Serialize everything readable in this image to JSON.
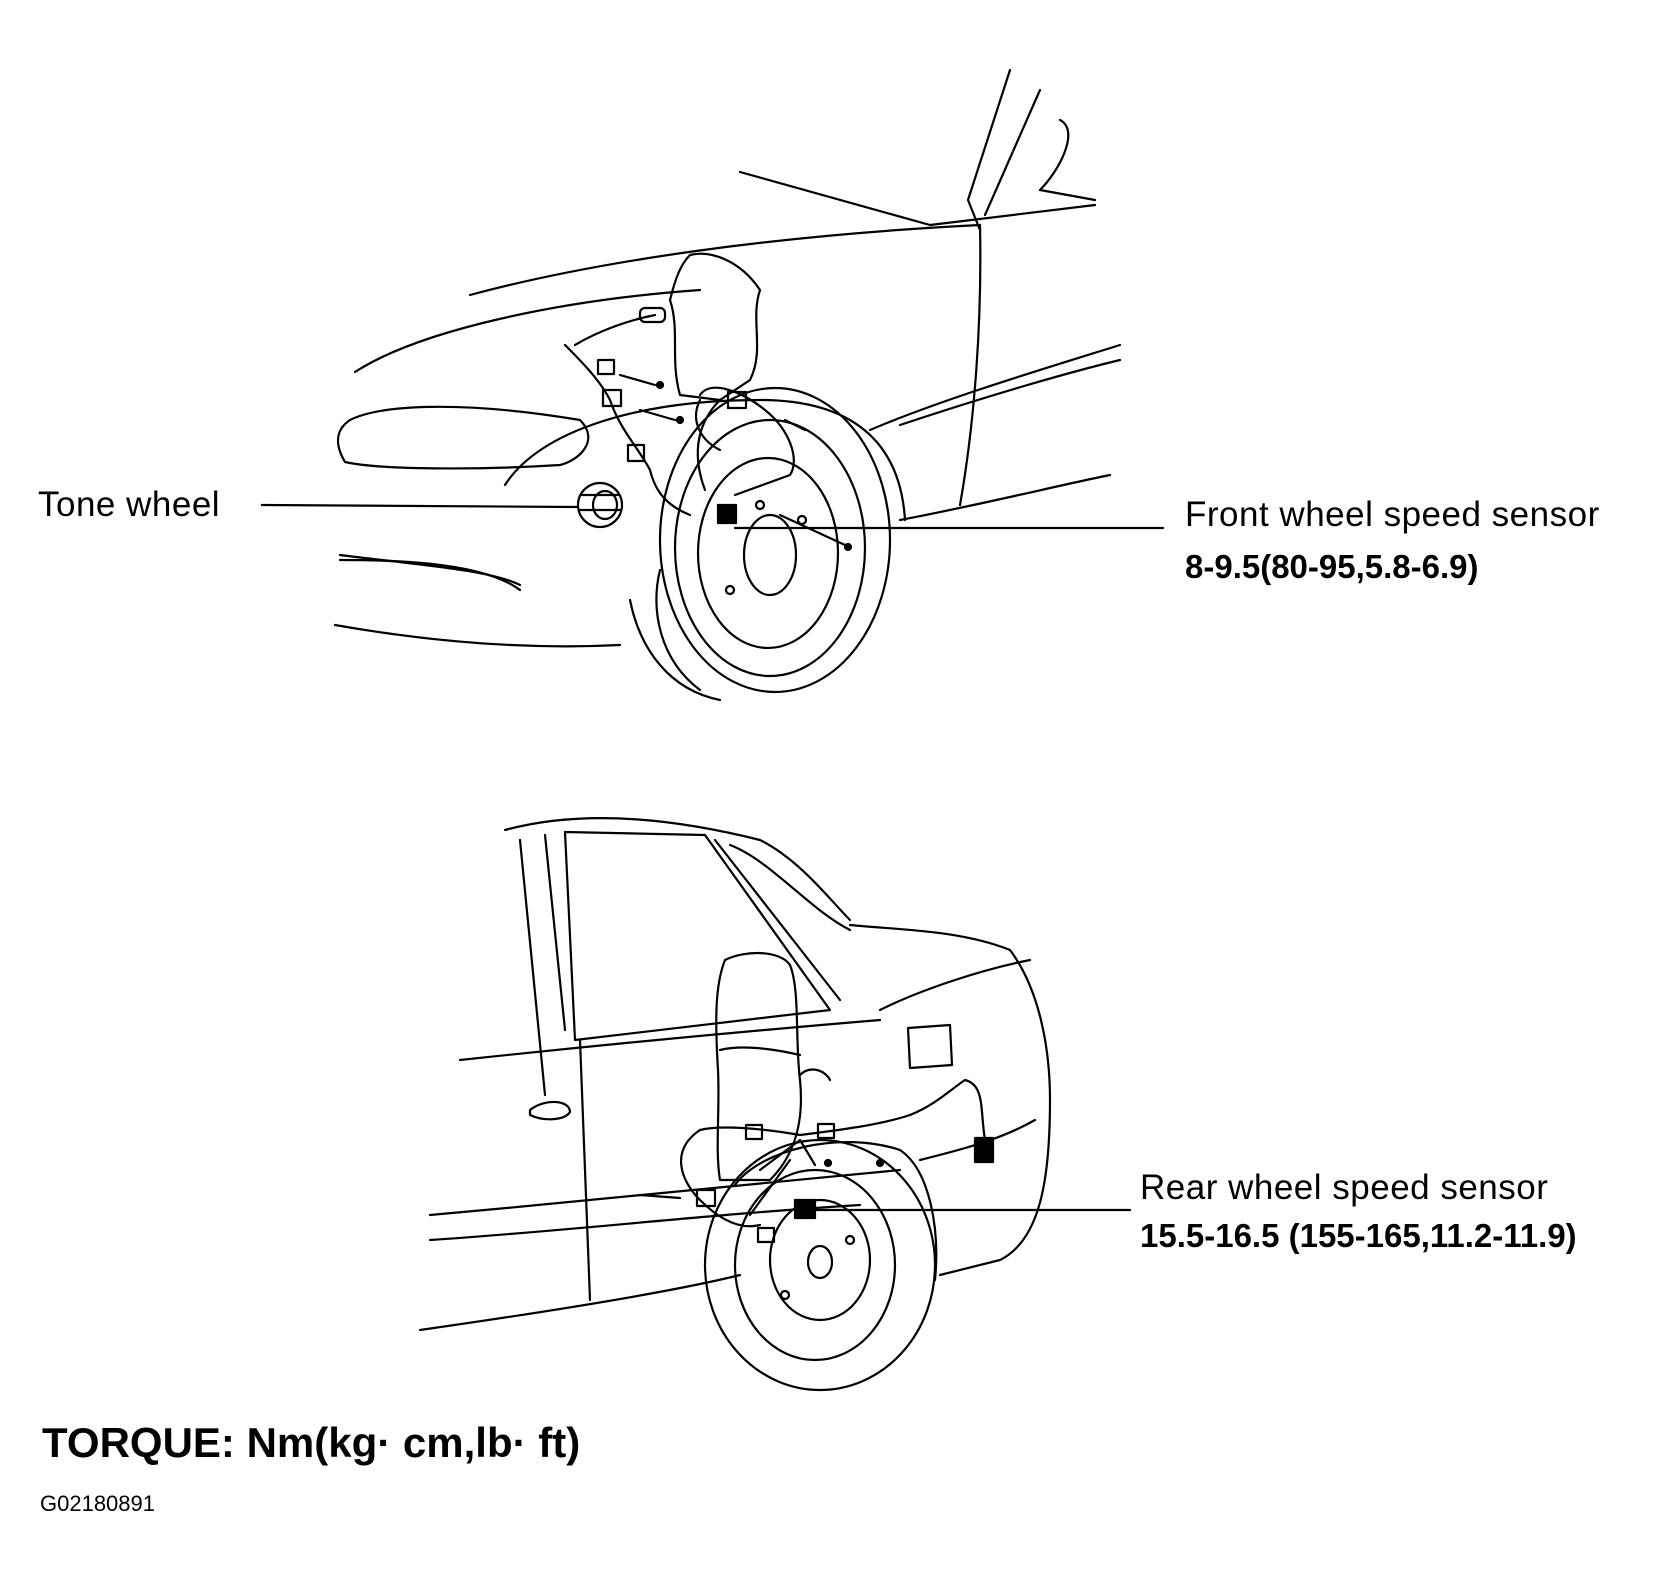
{
  "labels": {
    "tone_wheel": "Tone  wheel",
    "front_sensor": "Front wheel  speed  sensor",
    "front_torque": "8-9.5(80-95,5.8-6.9)",
    "rear_sensor": "Rear wheel  speed  sensor",
    "rear_torque": "15.5-16.5  (155-165,11.2-11.9)",
    "torque_units": "TORQUE: Nm(kg· cm,lb· ft)",
    "figure_code": "G02180891"
  },
  "colors": {
    "ink": "#000000",
    "paper": "#ffffff"
  }
}
